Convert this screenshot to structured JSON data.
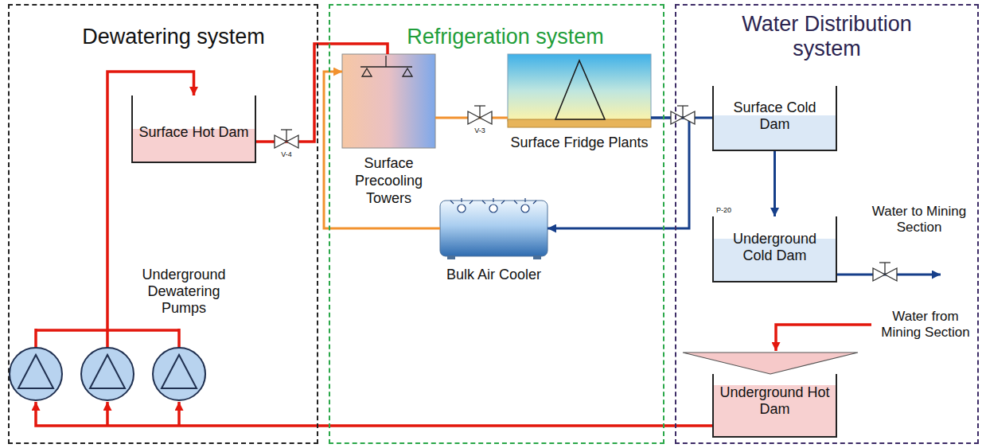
{
  "diagram": {
    "nodes": [
      {
        "text": [
          "Dewatering system"
        ]
      },
      {
        "text": [
          "Surface Hot Dam"
        ],
        "in": 0
      },
      {
        "text": [
          "Underground Dewatering Pumps"
        ],
        "in": 0
      },
      {
        "text": [
          "Refrigeration system"
        ]
      },
      {
        "text": [
          "Surface Precooling Towers"
        ],
        "in": 3
      },
      {
        "text": [
          "Surface Fridge Plants"
        ],
        "in": 3
      },
      {
        "text": [
          "Bulk Air Cooler"
        ],
        "in": 3
      },
      {
        "text": [
          "Water Distribution system"
        ]
      },
      {
        "text": [
          "Surface Cold Dam"
        ],
        "in": 7
      },
      {
        "text": [
          "Underground Cold Dam"
        ],
        "in": 7
      },
      {
        "text": [
          "Underground Hot Dam"
        ],
        "in": 7
      }
    ],
    "edges": [
      {
        "from": 10,
        "to": 2,
        "arrow": "to"
      },
      {
        "from": 2,
        "to": 1,
        "arrow": "to"
      },
      {
        "from": 1,
        "to": 4,
        "arrow": "none"
      },
      {
        "from": 4,
        "to": 5,
        "arrow": "none"
      },
      {
        "from": 5,
        "to": 8,
        "arrow": "none"
      },
      {
        "from": 5,
        "to": 6,
        "arrow": "to"
      },
      {
        "from": 6,
        "to": 4,
        "arrow": "to"
      },
      {
        "from": 8,
        "to": 9,
        "arrow": "to"
      }
    ],
    "labels": [
      "V-4",
      "V-3",
      "P-20",
      "Water to Mining Section",
      "Water from Mining Section"
    ]
  }
}
